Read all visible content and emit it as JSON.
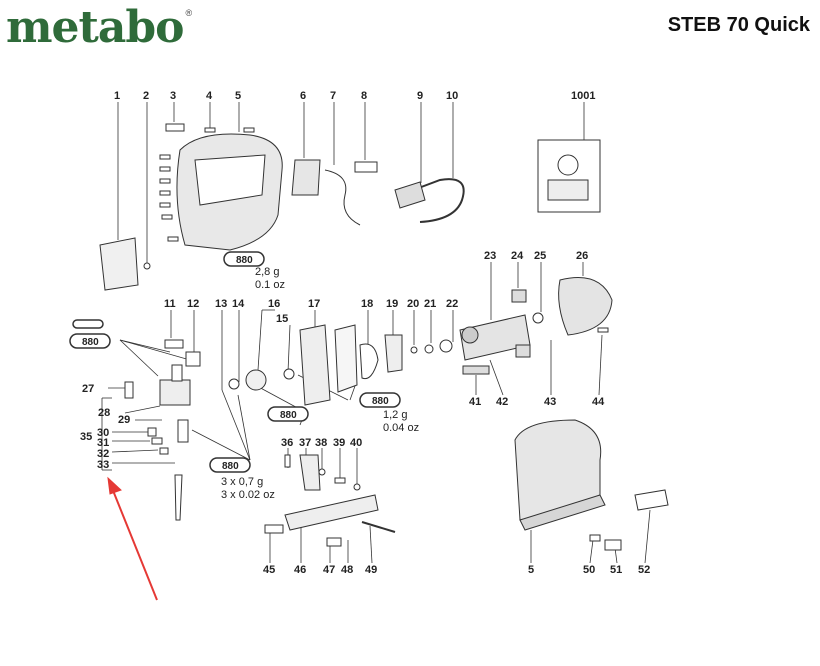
{
  "header": {
    "brand": "metabo",
    "registered_mark": "®",
    "model": "STEB 70 Quick"
  },
  "part_numbers": [
    "1",
    "2",
    "3",
    "4",
    "5",
    "6",
    "7",
    "8",
    "9",
    "10",
    "1001",
    "11",
    "12",
    "13",
    "14",
    "15",
    "16",
    "17",
    "18",
    "19",
    "20",
    "21",
    "22",
    "23",
    "24",
    "25",
    "26",
    "27",
    "28",
    "29",
    "30",
    "31",
    "32",
    "33",
    "35",
    "36",
    "37",
    "38",
    "39",
    "40",
    "41",
    "42",
    "43",
    "44",
    "45",
    "46",
    "47",
    "48",
    "49",
    "5",
    "50",
    "51",
    "52"
  ],
  "grease": {
    "tube_label": "880",
    "notes": {
      "a_1": "2,8 g",
      "a_2": "0.1 oz",
      "b_1": "1,2 g",
      "b_2": "0.04 oz",
      "c_1": "3 x 0,7 g",
      "c_2": "3 x 0.02 oz"
    }
  },
  "colors": {
    "brand": "#2f6b3a",
    "arrow": "#e53935",
    "line": "#333333"
  },
  "annotation": {
    "arrow_icon": "red-arrow-icon"
  }
}
